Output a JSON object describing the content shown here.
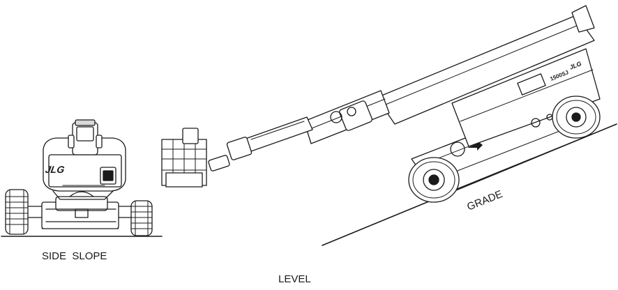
{
  "labels": {
    "side_slope": "SIDE  SLOPE",
    "grade": "GRADE",
    "level": "LEVEL"
  },
  "logos": {
    "rear_badge": "JLG",
    "boom_badge": "JLG",
    "model_decal": "1500SJ"
  },
  "icons": {
    "machine_rear": "aerial-lift-rear-view-icon",
    "machine_side": "telescopic-boom-lift-side-view-icon"
  },
  "colors": {
    "line": "#1a1a1a",
    "fill": "#ffffff",
    "shade": "#d9d9d9"
  }
}
